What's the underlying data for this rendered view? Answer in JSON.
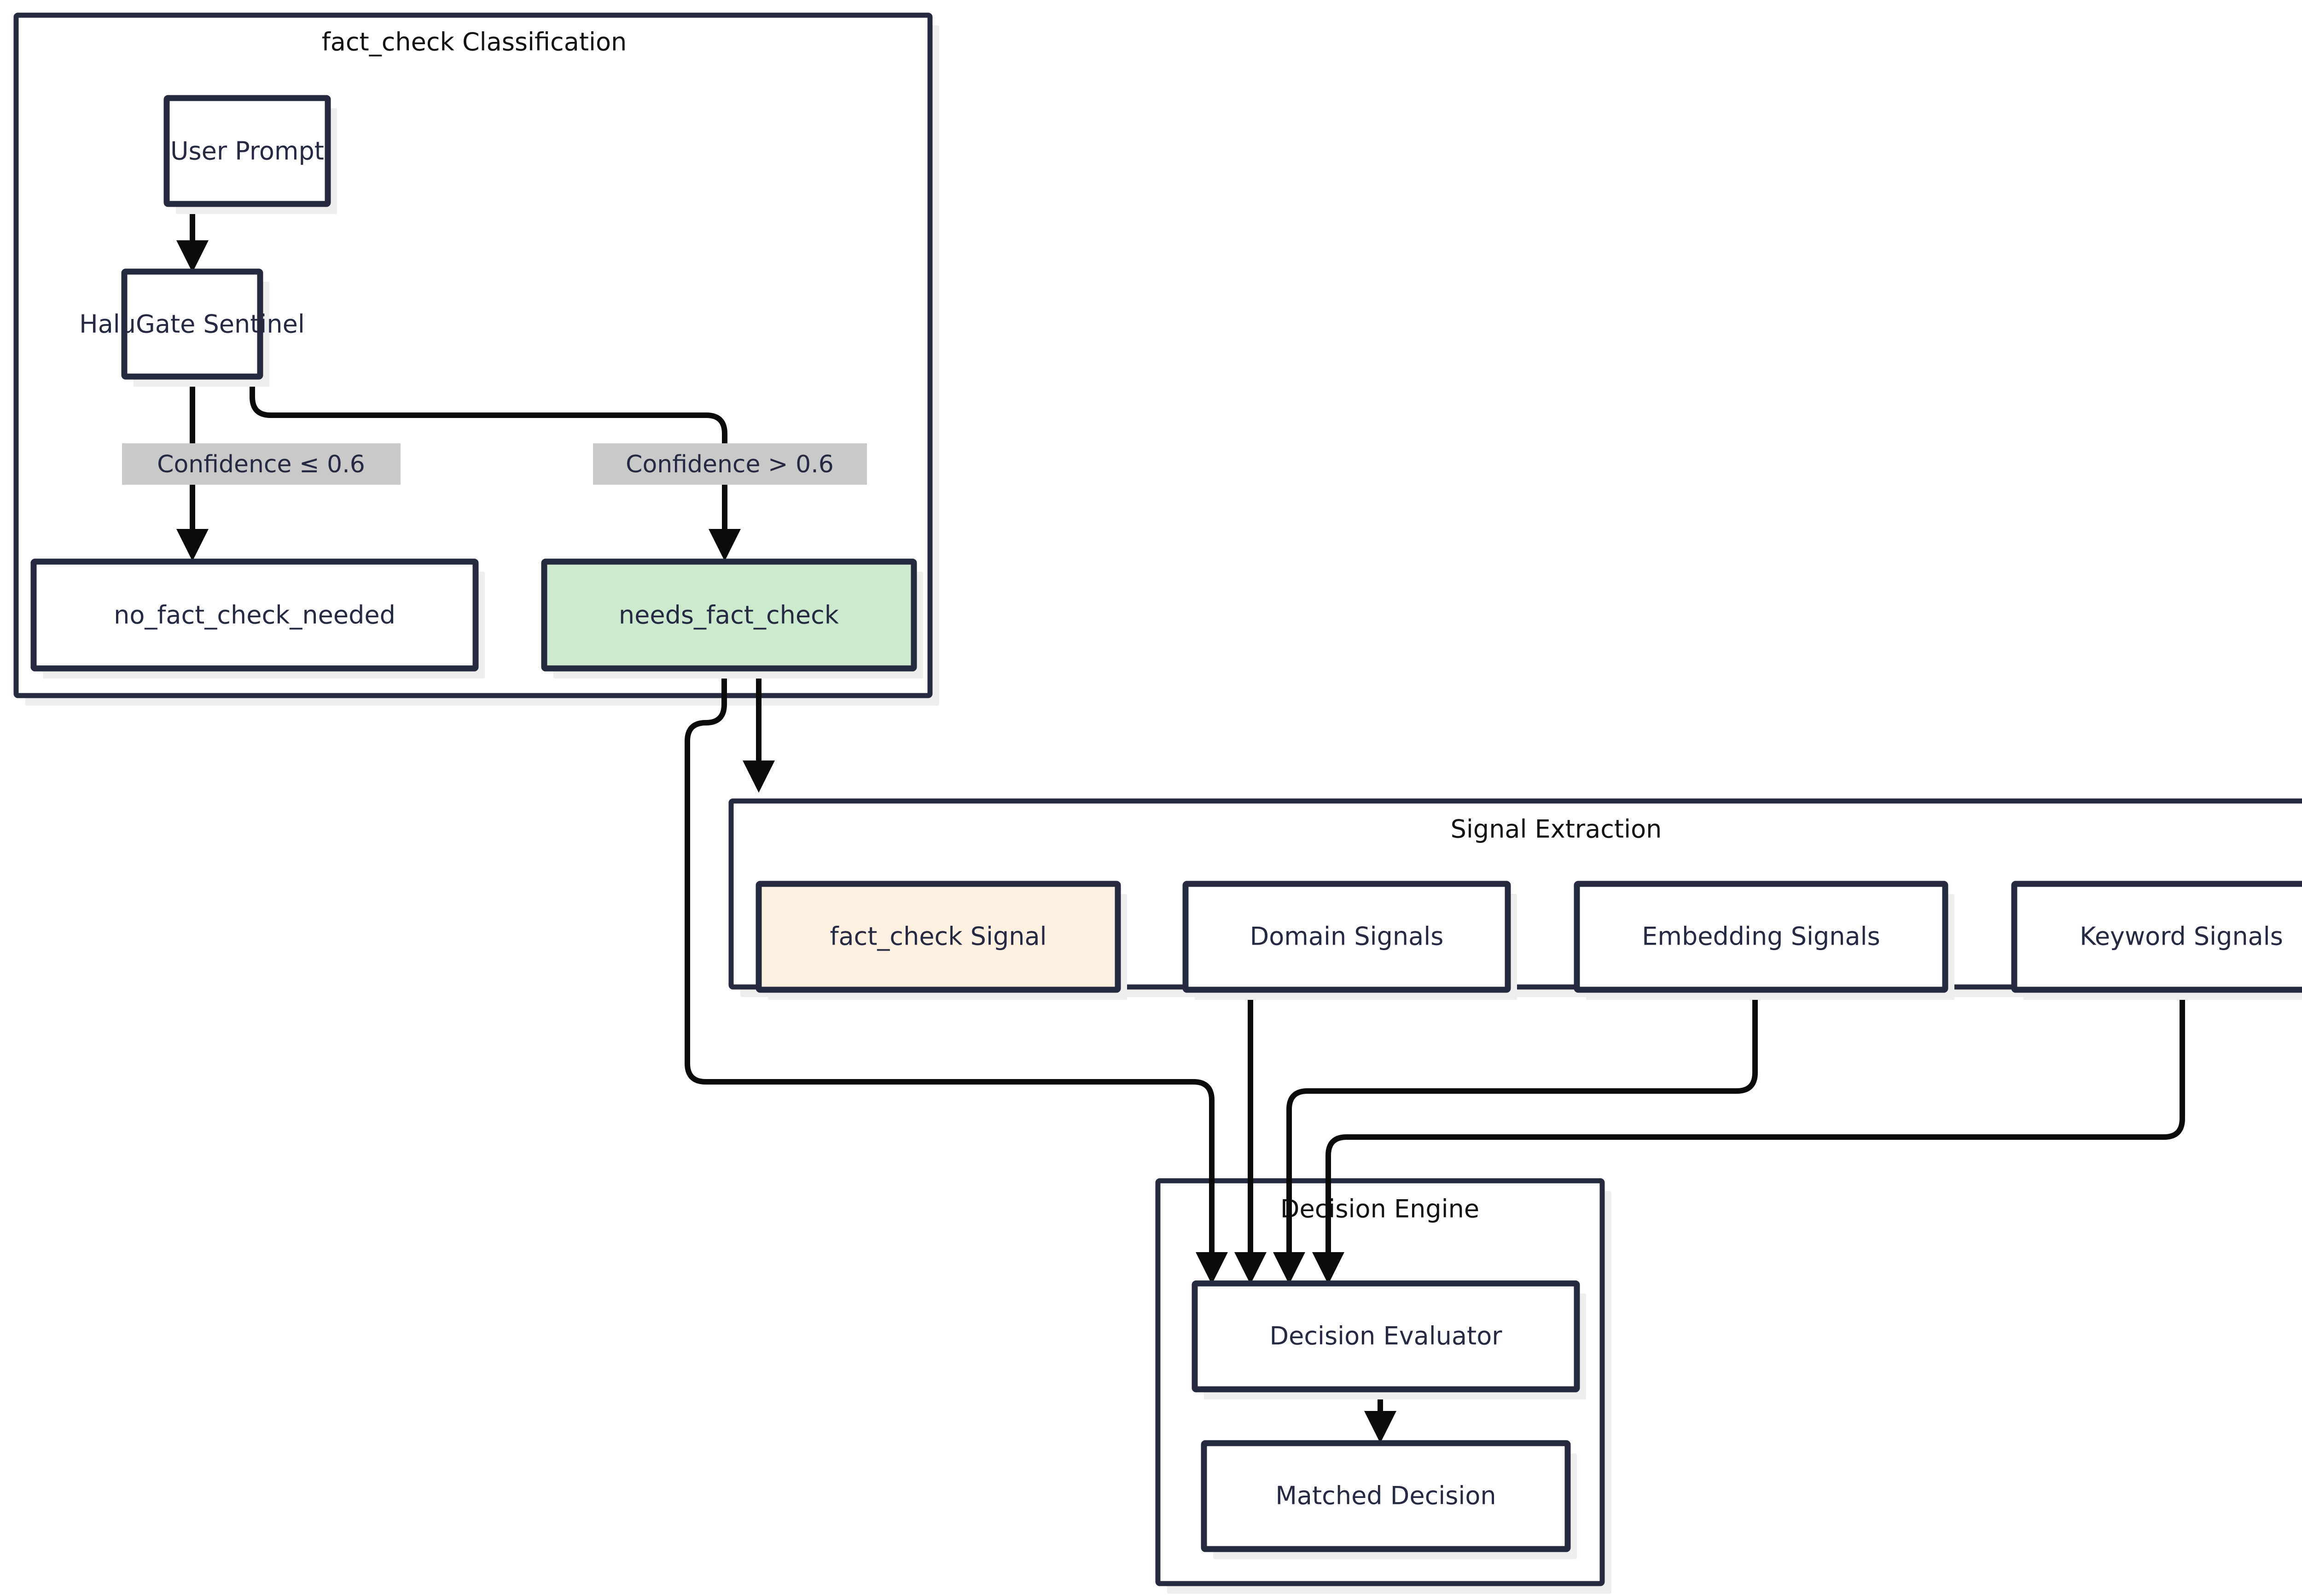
{
  "diagram": {
    "type": "flowchart",
    "direction": "top-down",
    "background": "#ffffff",
    "palette": {
      "node_border": "#252a3f",
      "node_fill": "#ffffff",
      "node_text": "#262942",
      "cluster_border": "#252a3f",
      "cluster_fill": "#ffffff",
      "cluster_shadow": "#eeeeee",
      "edge": "#0b0b0b",
      "edge_label_bg": "#c9c9c9",
      "highlight_green": "#cde9ce",
      "highlight_orange": "#fdf0e1"
    },
    "clusters": [
      {
        "id": "cluster-fact-check-classification",
        "title": "fact_check Classification"
      },
      {
        "id": "cluster-signal-extraction",
        "title": "Signal Extraction"
      },
      {
        "id": "cluster-decision-engine",
        "title": "Decision Engine"
      }
    ],
    "nodes": [
      {
        "id": "user-prompt",
        "label": "User Prompt",
        "fill": "default"
      },
      {
        "id": "halugate-sentinel",
        "label": "HaluGate Sentinel",
        "fill": "default"
      },
      {
        "id": "no-fact-check-needed",
        "label": "no_fact_check_needed",
        "fill": "default"
      },
      {
        "id": "needs-fact-check",
        "label": "needs_fact_check",
        "fill": "green"
      },
      {
        "id": "fact-check-signal",
        "label": "fact_check Signal",
        "fill": "orange"
      },
      {
        "id": "domain-signals",
        "label": "Domain Signals",
        "fill": "default"
      },
      {
        "id": "embedding-signals",
        "label": "Embedding Signals",
        "fill": "default"
      },
      {
        "id": "keyword-signals",
        "label": "Keyword Signals",
        "fill": "default"
      },
      {
        "id": "decision-evaluator",
        "label": "Decision Evaluator",
        "fill": "default"
      },
      {
        "id": "matched-decision",
        "label": "Matched Decision",
        "fill": "default"
      }
    ],
    "edges": [
      {
        "from": "user-prompt",
        "to": "halugate-sentinel",
        "label": ""
      },
      {
        "from": "halugate-sentinel",
        "to": "no-fact-check-needed",
        "label": "Confidence ≤ 0.6"
      },
      {
        "from": "halugate-sentinel",
        "to": "needs-fact-check",
        "label": "Confidence > 0.6"
      },
      {
        "from": "needs-fact-check",
        "to": "fact-check-signal",
        "label": ""
      },
      {
        "from": "needs-fact-check",
        "to": "decision-evaluator",
        "label": ""
      },
      {
        "from": "domain-signals",
        "to": "decision-evaluator",
        "label": ""
      },
      {
        "from": "embedding-signals",
        "to": "decision-evaluator",
        "label": ""
      },
      {
        "from": "keyword-signals",
        "to": "decision-evaluator",
        "label": ""
      },
      {
        "from": "decision-evaluator",
        "to": "matched-decision",
        "label": ""
      }
    ],
    "edge_labels": [
      {
        "id": "confidence-low",
        "text": "Confidence ≤ 0.6"
      },
      {
        "id": "confidence-high",
        "text": "Confidence > 0.6"
      }
    ]
  }
}
